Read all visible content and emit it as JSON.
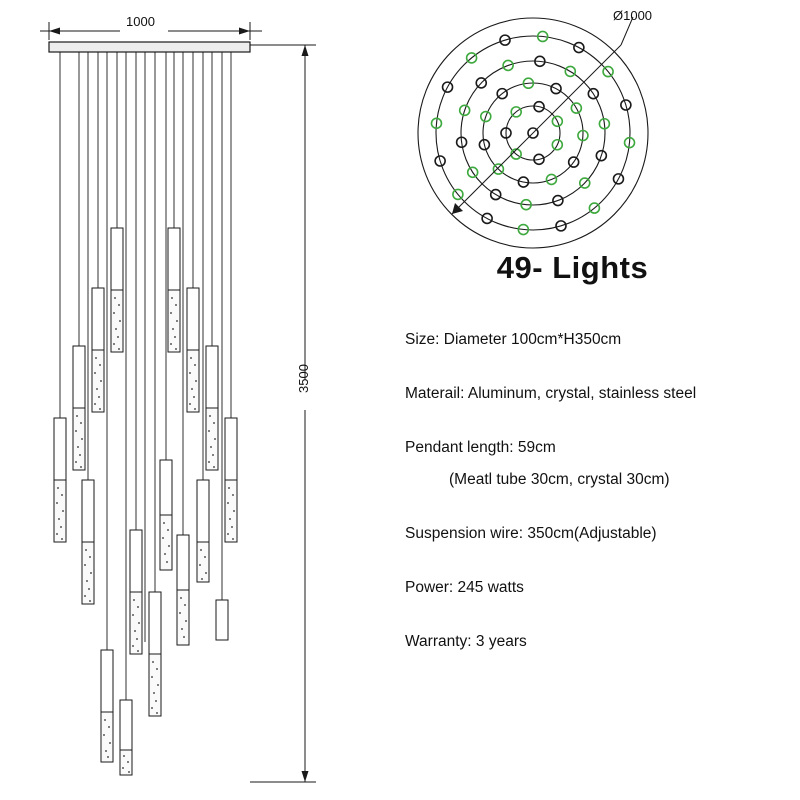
{
  "drawing": {
    "top_dimension": "1000",
    "vertical_dimension": "3500",
    "circle_diameter_label": "Ø1000"
  },
  "spec": {
    "title": "49- Lights",
    "lines": [
      "Size: Diameter 100cm*H350cm",
      "Materail: Aluminum, crystal, stainless steel",
      "Pendant length: 59cm",
      "(Meatl tube 30cm, crystal 30cm)",
      "Suspension wire: 350cm(Adjustable)",
      "Power: 245 watts",
      "Warranty: 3 years"
    ]
  },
  "colors": {
    "stroke": "#1a1a1a",
    "accent_green": "#3ea93e",
    "fill_light": "#f2f2f2"
  }
}
